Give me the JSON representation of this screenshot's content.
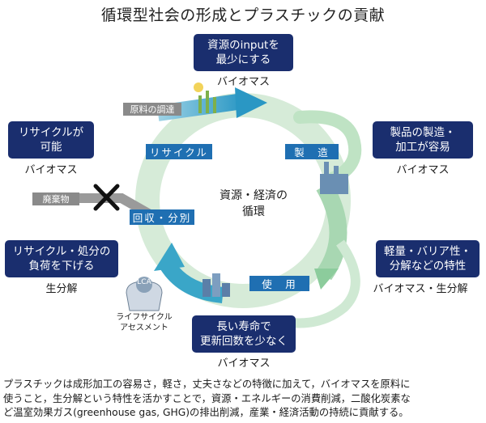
{
  "title": "循環型社会の形成とプラスチックの貢献",
  "boxes": {
    "input": "資源のinputを\n最少にする",
    "manufacture": "製品の製造・\n加工が容易",
    "light": "軽量・バリア性・\n分解などの特性",
    "longlife": "長い寿命で\n更新回数を少なく",
    "burden": "リサイクル・処分の\n負荷を下げる",
    "recycle": "リサイクルが\n可能"
  },
  "subs": {
    "input": "バイオマス",
    "manufacture": "バイオマス",
    "light": "バイオマス・生分解",
    "longlife": "バイオマス",
    "burden": "生分解",
    "recycle": "バイオマス"
  },
  "cycle": {
    "center": "資源・経済の\n循環",
    "recycle": "リサイクル",
    "manufacture": "製　造",
    "use": "使　用",
    "collect": "回収・分別"
  },
  "tags": {
    "raw": "原料の調達",
    "waste": "廃棄物"
  },
  "lca": {
    "icon": "LCA",
    "caption": "ライフサイクル\nアセスメント"
  },
  "body": "プラスチックは成形加工の容易さ，軽さ，丈夫さなどの特徴に加えて，バイオマスを原料に\n使うこと，生分解という特性を活かすことで，資源・エネルギーの消費削減，二酸化炭素な\nど温室効果ガス(greenhouse gas, GHG)の排出削減，産業・経済活動の持続に貢献する。",
  "colors": {
    "navy": "#1a2e6e",
    "ring": "#cfe6d2",
    "arrow": "#3aa6c8",
    "label": "#1f6fb2"
  }
}
